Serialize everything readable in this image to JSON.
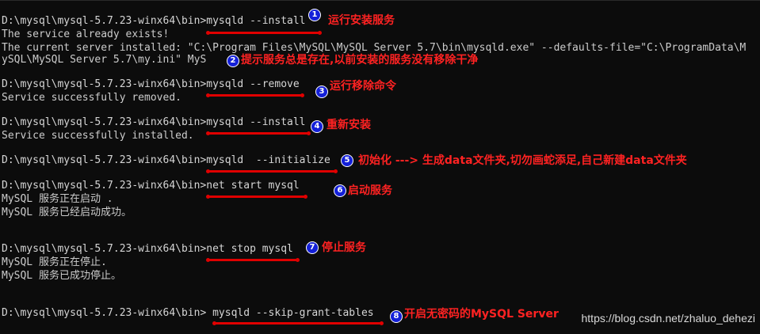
{
  "terminal": {
    "lines": [
      "D:\\mysql\\mysql-5.7.23-winx64\\bin>mysqld --install",
      "The service already exists!",
      "The current server installed: \"C:\\Program Files\\MySQL\\MySQL Server 5.7\\bin\\mysqld.exe\" --defaults-file=\"C:\\ProgramData\\M",
      "ySQL\\MySQL Server 5.7\\my.ini\" MyS",
      "D:\\mysql\\mysql-5.7.23-winx64\\bin>mysqld --remove",
      "Service successfully removed.",
      "D:\\mysql\\mysql-5.7.23-winx64\\bin>mysqld --install",
      "Service successfully installed.",
      "D:\\mysql\\mysql-5.7.23-winx64\\bin>mysqld  --initialize",
      "D:\\mysql\\mysql-5.7.23-winx64\\bin>net start mysql",
      "MySQL 服务正在启动 .",
      "MySQL 服务已经启动成功。",
      "D:\\mysql\\mysql-5.7.23-winx64\\bin>net stop mysql",
      "MySQL 服务正在停止.",
      "MySQL 服务已成功停止。",
      "D:\\mysql\\mysql-5.7.23-winx64\\bin> mysqld --skip-grant-tables"
    ]
  },
  "annotations": [
    {
      "num": "1",
      "text": "运行安装服务"
    },
    {
      "num": "2",
      "text": "提示服务总是存在,以前安装的服务没有移除干净"
    },
    {
      "num": "3",
      "text": "运行移除命令"
    },
    {
      "num": "4",
      "text": "重新安装"
    },
    {
      "num": "5",
      "text": "初始化 ---> 生成data文件夹,切勿画蛇添足,自己新建data文件夹"
    },
    {
      "num": "6",
      "text": "启动服务"
    },
    {
      "num": "7",
      "text": "停止服务"
    },
    {
      "num": "8",
      "text": "开启无密码的MySQL Server"
    }
  ],
  "watermark": "https://blog.csdn.net/zhaluo_dehezi",
  "colors": {
    "background": "#0c0c0c",
    "text": "#cccccc",
    "annotation": "#ff2222",
    "underline": "#e00000",
    "badge": "#1420d8"
  }
}
